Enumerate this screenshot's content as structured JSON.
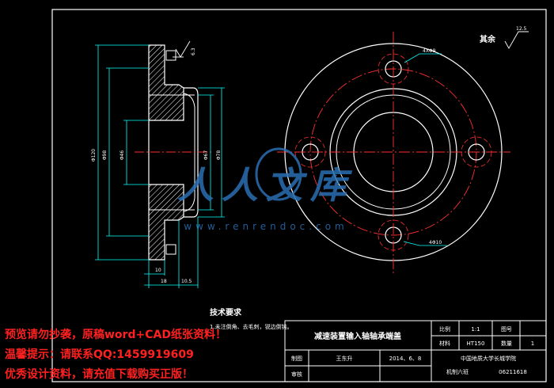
{
  "drawing": {
    "title": "减速装置输入轴轴承端盖",
    "tech_heading": "技术要求",
    "tech_note": "1.未注倒角、去毛刺，锐边倒钝。",
    "roughness_note": "其余",
    "roughness_value": "12.5",
    "surface_callout": "6.3",
    "colors": {
      "background": "#000000",
      "outline": "#ffffff",
      "dim": "#00ffff",
      "center": "#ff3030",
      "hatch": "#ffffff",
      "watermark": "#2a6fb3",
      "warning": "#ff2020"
    }
  },
  "dims": {
    "d1": "Φ120",
    "d2": "Φ98",
    "d3": "Φ46",
    "d4": "Φ67",
    "d5": "Φ78",
    "w1": "10",
    "w2": "18",
    "w3": "10.5",
    "hole_top": "4XΦ9",
    "hole_bot": "4Φ10"
  },
  "titleblock": {
    "scale_label": "比例",
    "scale_value": "1:1",
    "drawing_no_label": "图号",
    "material_label": "材料",
    "material_value": "HT150",
    "qty_label": "数量",
    "qty_value": "1",
    "drafter_label": "制图",
    "drafter_name": "王东升",
    "date": "2014、6、8",
    "reviewer_label": "审核",
    "school": "中国地质大学长城学院",
    "class_name": "机制六班",
    "student_no": "06211618"
  },
  "watermark": {
    "brand": "人人文库",
    "url": "www.renrendoc.com",
    "line1": "预览请勿抄袭，原稿word+CAD纸张资料！",
    "line2": "温馨提示：请联系QQ:1459919609",
    "line3": "优秀设计资料，请充值下载购买正版！"
  }
}
